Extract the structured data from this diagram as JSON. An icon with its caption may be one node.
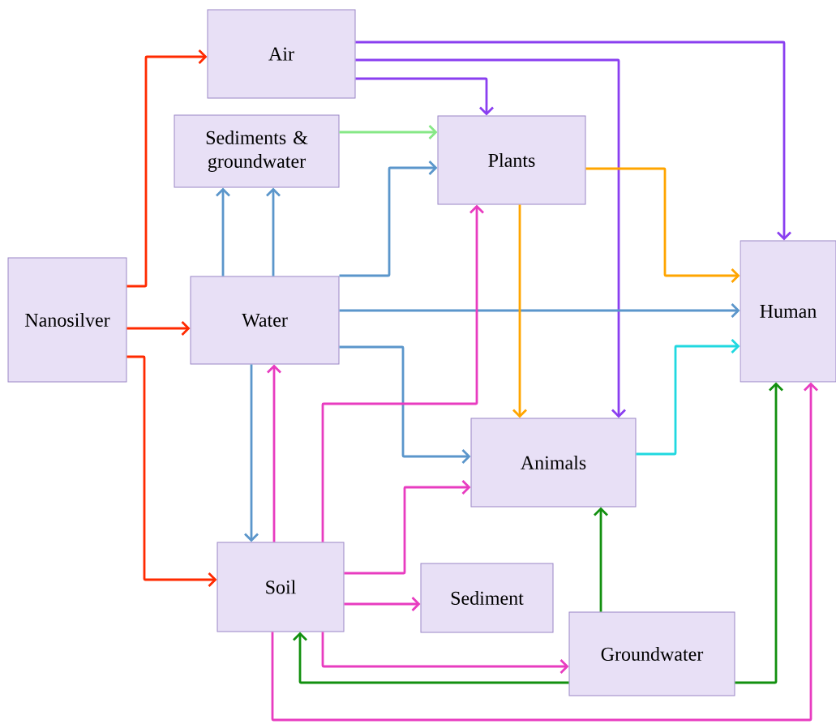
{
  "diagram": {
    "nodes": [
      {
        "text": [
          "Air"
        ]
      },
      {
        "text": [
          "Sediments & groundwater"
        ]
      },
      {
        "text": [
          "Plants"
        ]
      },
      {
        "text": [
          "Nanosilver"
        ]
      },
      {
        "text": [
          "Water"
        ]
      },
      {
        "text": [
          "Human"
        ]
      },
      {
        "text": [
          "Animals"
        ]
      },
      {
        "text": [
          "Soil"
        ]
      },
      {
        "text": [
          "Sediment"
        ]
      },
      {
        "text": [
          "Groundwater"
        ]
      }
    ],
    "edges": [
      {
        "from": 3,
        "to": 0,
        "arrow": "to",
        "color": "#ff2a00"
      },
      {
        "from": 3,
        "to": 4,
        "arrow": "to",
        "color": "#ff2a00"
      },
      {
        "from": 3,
        "to": 7,
        "arrow": "to",
        "color": "#ff2a00"
      },
      {
        "from": 0,
        "to": 5,
        "arrow": "to",
        "color": "#8a3ff0"
      },
      {
        "from": 0,
        "to": 6,
        "arrow": "to",
        "color": "#8a3ff0"
      },
      {
        "from": 0,
        "to": 2,
        "arrow": "to",
        "color": "#8a3ff0"
      },
      {
        "from": 1,
        "to": 2,
        "arrow": "to",
        "color": "#86e886"
      },
      {
        "from": 4,
        "to": 1,
        "arrow": "to",
        "color": "#5b96cb"
      },
      {
        "from": 4,
        "to": 1,
        "arrow": "to",
        "color": "#5b96cb"
      },
      {
        "from": 4,
        "to": 2,
        "arrow": "to",
        "color": "#5b96cb"
      },
      {
        "from": 4,
        "to": 5,
        "arrow": "to",
        "color": "#5b96cb"
      },
      {
        "from": 4,
        "to": 6,
        "arrow": "to",
        "color": "#5b96cb"
      },
      {
        "from": 4,
        "to": 7,
        "arrow": "to",
        "color": "#5b96cb"
      },
      {
        "from": 2,
        "to": 6,
        "arrow": "to",
        "color": "#ffa500"
      },
      {
        "from": 2,
        "to": 5,
        "arrow": "to",
        "color": "#ffa500"
      },
      {
        "from": 6,
        "to": 5,
        "arrow": "to",
        "color": "#20d8e0"
      },
      {
        "from": 7,
        "to": 4,
        "arrow": "to",
        "color": "#e83cc0"
      },
      {
        "from": 7,
        "to": 2,
        "arrow": "to",
        "color": "#e83cc0"
      },
      {
        "from": 7,
        "to": 6,
        "arrow": "to",
        "color": "#e83cc0"
      },
      {
        "from": 7,
        "to": 8,
        "arrow": "to",
        "color": "#e83cc0"
      },
      {
        "from": 7,
        "to": 9,
        "arrow": "to",
        "color": "#e83cc0"
      },
      {
        "from": 7,
        "to": 5,
        "arrow": "to",
        "color": "#e83cc0"
      },
      {
        "from": 9,
        "to": 7,
        "arrow": "to",
        "color": "#12900f"
      },
      {
        "from": 9,
        "to": 6,
        "arrow": "to",
        "color": "#12900f"
      },
      {
        "from": 9,
        "to": 5,
        "arrow": "to",
        "color": "#12900f"
      }
    ]
  }
}
